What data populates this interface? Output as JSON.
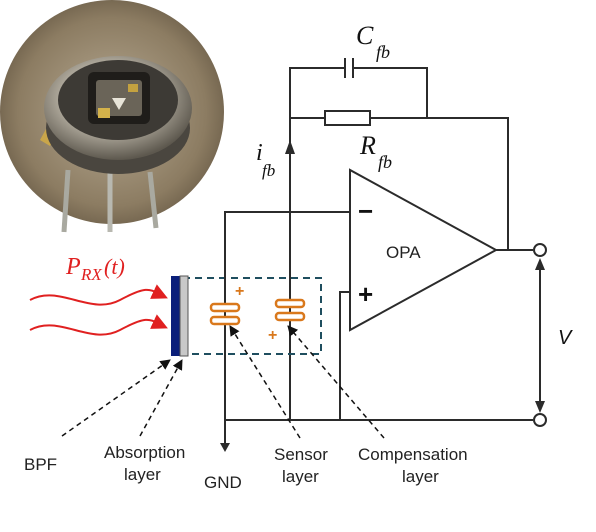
{
  "feedback": {
    "capacitor": {
      "main": "C",
      "sub": "fb"
    },
    "resistor": {
      "main": "R",
      "sub": "fb"
    },
    "current": {
      "main": "i",
      "sub": "fb"
    }
  },
  "opamp": {
    "label": "OPA",
    "minus": "−",
    "plus": "+"
  },
  "input_signal": {
    "main": "P",
    "sub": "RX",
    "arg": "(t)"
  },
  "output": {
    "label": "V"
  },
  "element_polarity": {
    "sensor": "+",
    "compensation": "+"
  },
  "labels": {
    "bpf": "BPF",
    "absorption_line1": "Absorption",
    "absorption_line2": "layer",
    "gnd": "GND",
    "sensor_line1": "Sensor",
    "sensor_line2": "layer",
    "compensation_line1": "Compensation",
    "compensation_line2": "layer"
  },
  "colors": {
    "wire": "#2b2b2b",
    "signal_red": "#e02020",
    "element_orange": "#d9781c",
    "dashed_box": "#1f4e5f",
    "bpf_blue": "#0b1f7a",
    "absorption_gray": "#c8c8c8"
  }
}
